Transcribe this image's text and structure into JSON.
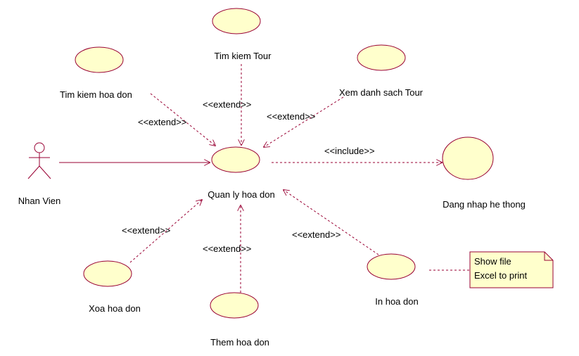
{
  "actor": {
    "label": "Nhan Vien"
  },
  "usecases": {
    "quan_ly": "Quan ly hoa don",
    "tim_tour": "Tim kiem Tour",
    "tim_hoa_don": "Tim kiem hoa don",
    "xem_tour": "Xem danh sach Tour",
    "dang_nhap": "Dang nhap he thong",
    "xoa": "Xoa hoa don",
    "them": "Them hoa don",
    "in": "In hoa don"
  },
  "stereotypes": {
    "extend": "<<extend>>",
    "include": "<<include>>"
  },
  "note": {
    "line1": "Show file",
    "line2": "Excel to print"
  },
  "colors": {
    "usecase_fill": "#ffffcc",
    "line": "#990033",
    "note_fill": "#ffffcc"
  }
}
